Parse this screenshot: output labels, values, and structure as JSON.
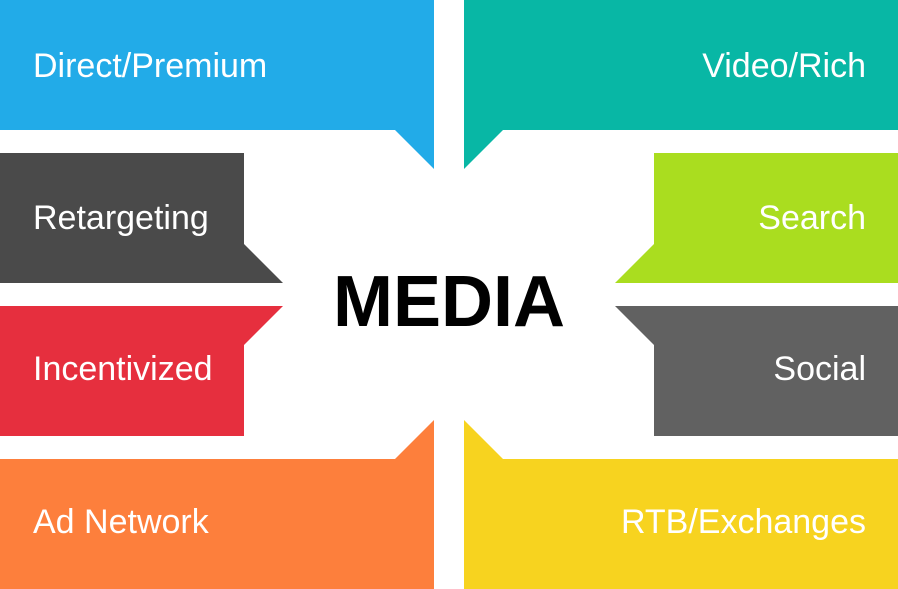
{
  "center": {
    "title": "MEDIA"
  },
  "segments": {
    "direct_premium": {
      "label": "Direct/Premium",
      "color": "#22abe8"
    },
    "video_rich": {
      "label": "Video/Rich",
      "color": "#08b7a5"
    },
    "retargeting": {
      "label": "Retargeting",
      "color": "#4a4a4a"
    },
    "search": {
      "label": "Search",
      "color": "#aadd1f"
    },
    "incentivized": {
      "label": "Incentivized",
      "color": "#e62f3e"
    },
    "social": {
      "label": "Social",
      "color": "#616161"
    },
    "ad_network": {
      "label": "Ad Network",
      "color": "#fd7f3c"
    },
    "rtb_exchanges": {
      "label": "RTB/Exchanges",
      "color": "#f7d31f"
    }
  }
}
